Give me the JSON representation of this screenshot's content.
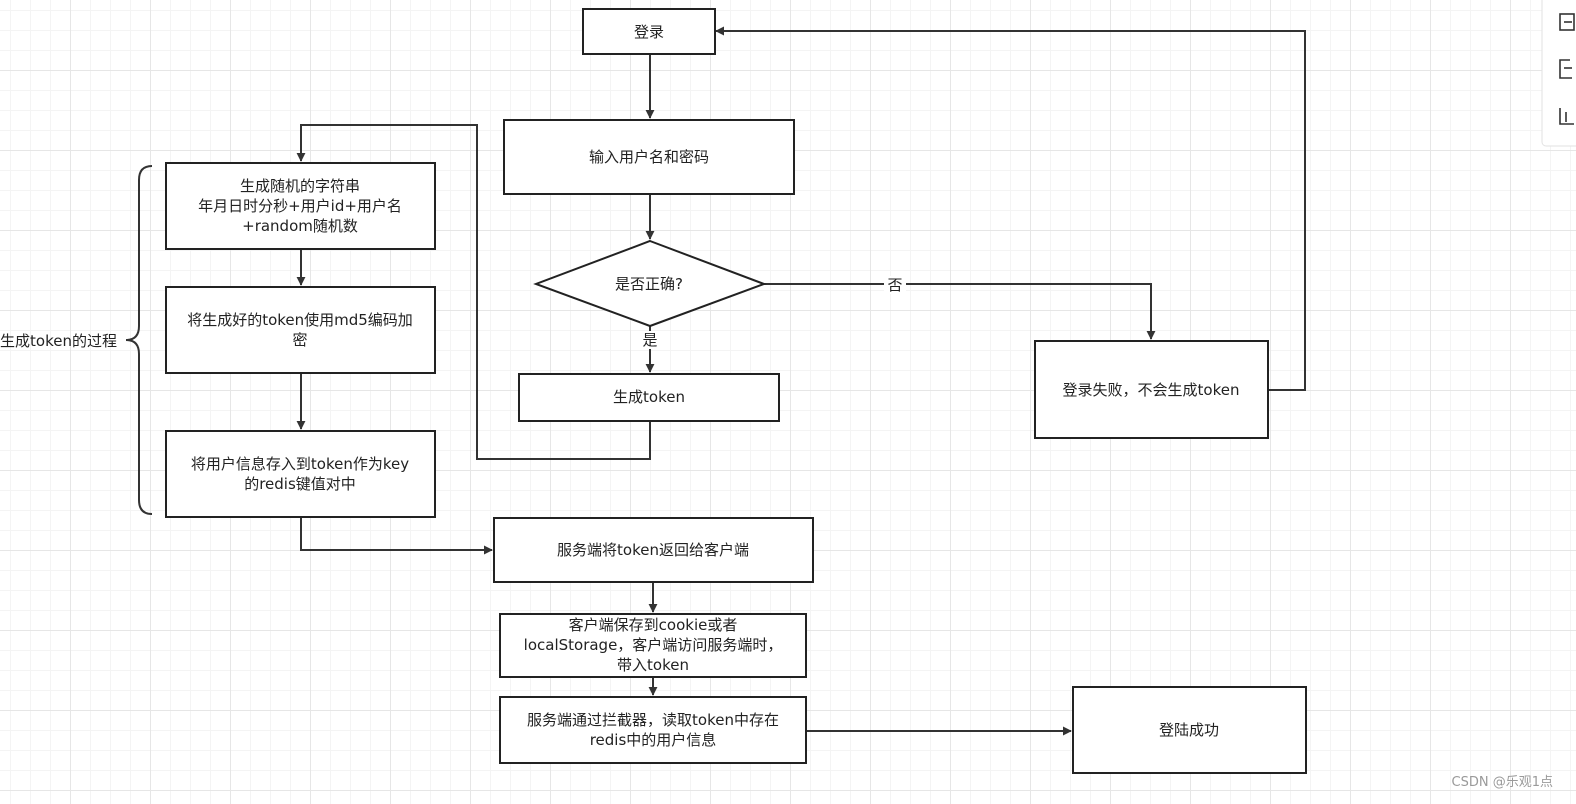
{
  "nodes": {
    "login": {
      "lines": [
        "登录"
      ]
    },
    "input_credentials": {
      "lines": [
        "输入用户名和密码"
      ]
    },
    "is_correct": {
      "lines": [
        "是否正确?"
      ]
    },
    "generate_token": {
      "lines": [
        "生成token"
      ]
    },
    "login_failed": {
      "lines": [
        "登录失败，不会生成token"
      ]
    },
    "random_string": {
      "lines": [
        "生成随机的字符串",
        "年月日时分秒+用户id+用户名",
        "+random随机数"
      ]
    },
    "md5_encode": {
      "lines": [
        "将生成好的token使用md5编码加",
        "密"
      ]
    },
    "store_redis": {
      "lines": [
        "将用户信息存入到token作为key",
        "的redis键值对中"
      ]
    },
    "return_token": {
      "lines": [
        "服务端将token返回给客户端"
      ]
    },
    "client_save": {
      "lines": [
        "客户端保存到cookie或者",
        "localStorage，客户端访问服务端时，",
        "带入token"
      ]
    },
    "interceptor": {
      "lines": [
        "服务端通过拦截器，读取token中存在",
        "redis中的用户信息"
      ]
    },
    "login_success": {
      "lines": [
        "登陆成功"
      ]
    }
  },
  "edge_labels": {
    "no": "否",
    "yes": "是"
  },
  "brace_label": "生成token的过程",
  "watermark": "CSDN @乐观1点",
  "side_panel": {
    "icons": [
      "format-icon",
      "outline-icon",
      "chart-icon"
    ]
  },
  "colors": {
    "stroke": "#222222",
    "grid_major": "#e6e6e6",
    "grid_minor": "#f4f4f4",
    "watermark": "#9a9a9a"
  }
}
